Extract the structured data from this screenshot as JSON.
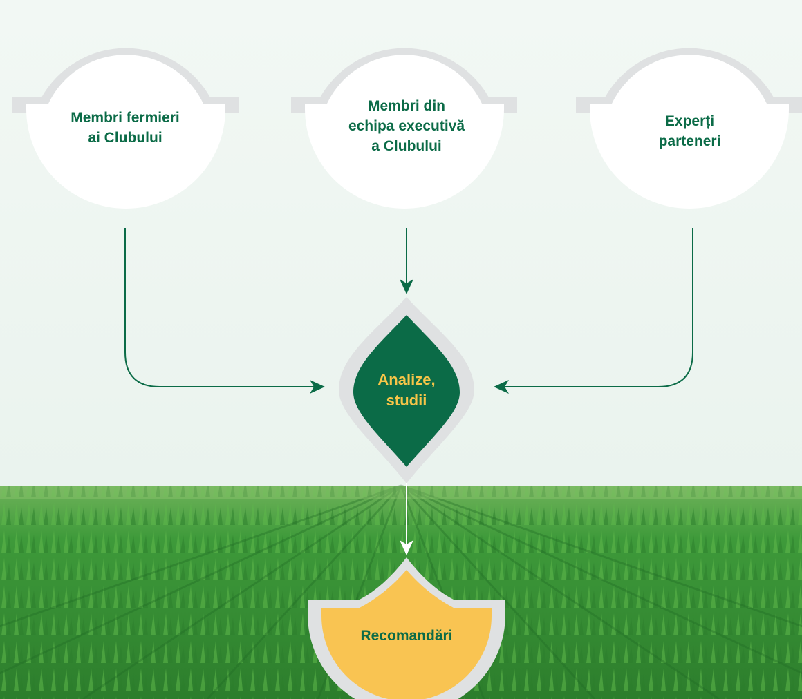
{
  "nodes": {
    "farmers": "Membri fermieri ai Clubului",
    "executive": "Membri din echipa executivă a Clubului",
    "experts": "Experți parteneri",
    "analysis": "Analize, studii",
    "recommendations": "Recomandări"
  },
  "colors": {
    "background": "#eef5f1",
    "primary_green": "#0b6b47",
    "accent_yellow": "#f7c548",
    "frame_gray": "#dfe1e2",
    "node_fill": "#ffffff",
    "field_green": "#3f9a3a"
  },
  "images": {
    "field": "wheat-field-photo"
  }
}
